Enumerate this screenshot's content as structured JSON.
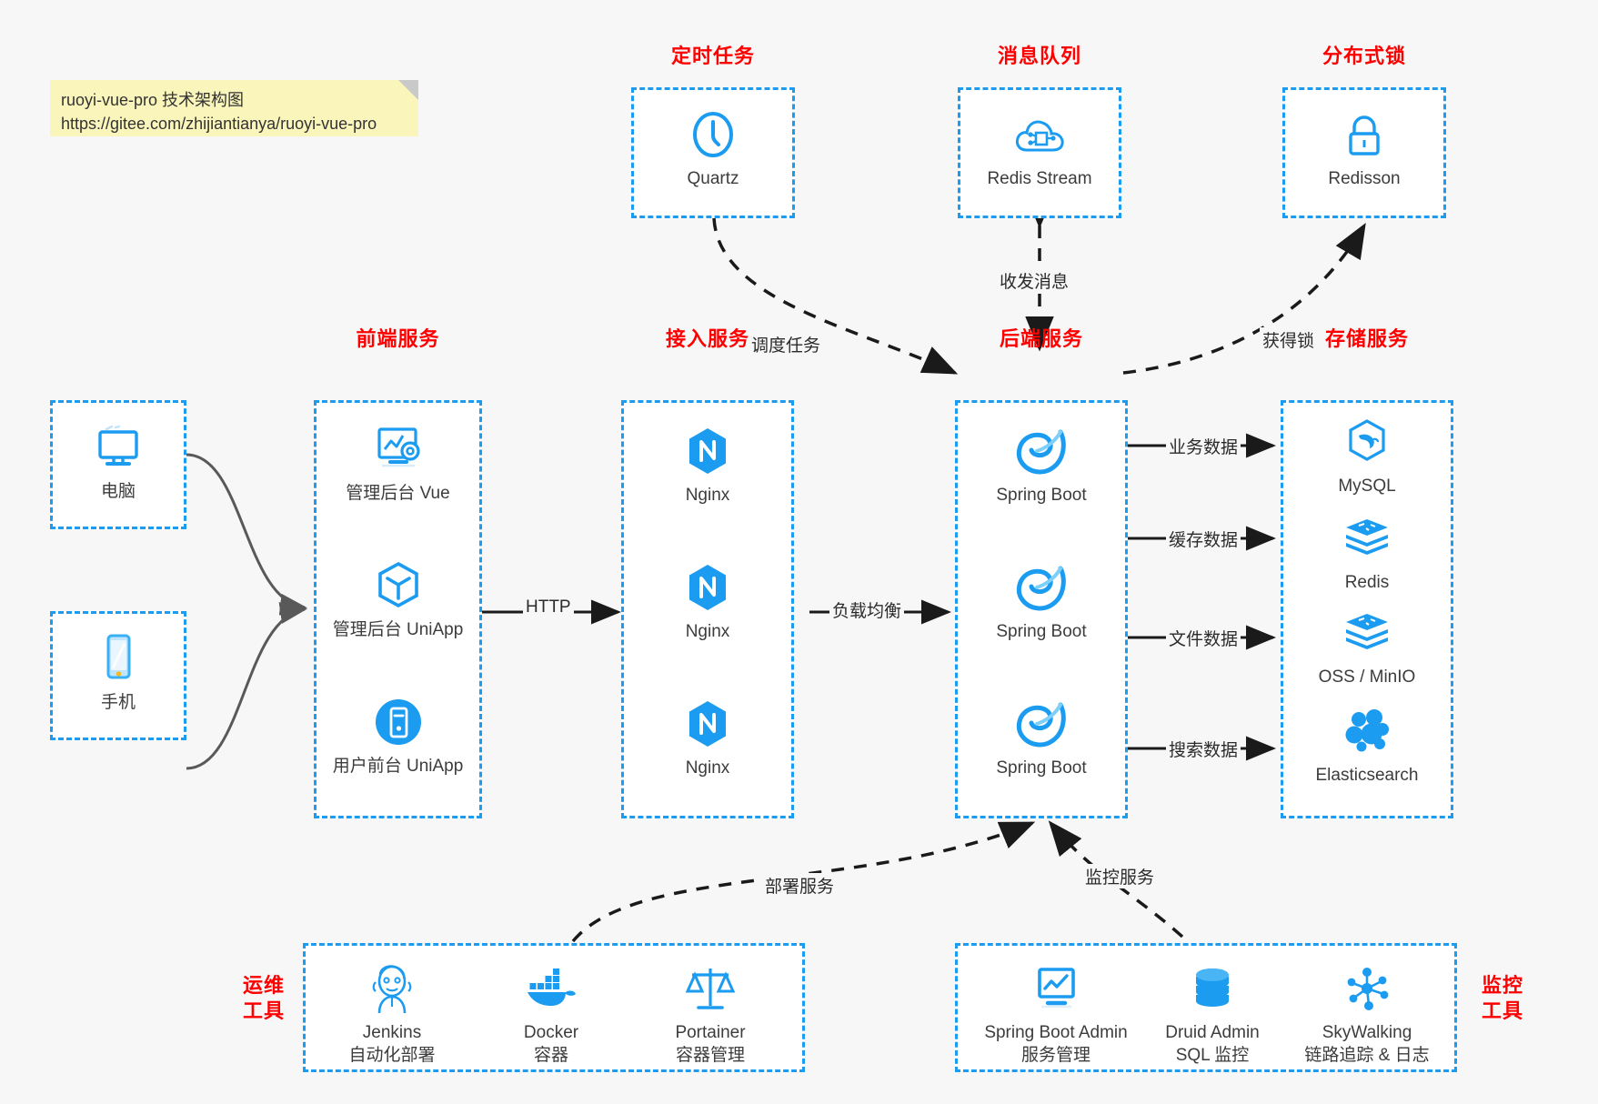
{
  "note": {
    "line1": "ruoyi-vue-pro 技术架构图",
    "line2": "https://gitee.com/zhijiantianya/ruoyi-vue-pro"
  },
  "colors": {
    "accent_blue": "#1b9cf0",
    "title_red": "#ff0000",
    "canvas": "#f7f7f7",
    "box_fill": "#ffffff",
    "note_fill": "#faf5ba",
    "text": "#3c3c3c",
    "connector_gray": "#595959",
    "connector_black": "#1a1a1a"
  },
  "groups": {
    "scheduled_task": {
      "title": "定时任务",
      "nodes": [
        {
          "label": "Quartz",
          "icon": "clock-icon"
        }
      ]
    },
    "message_queue": {
      "title": "消息队列",
      "nodes": [
        {
          "label": "Redis Stream",
          "icon": "cloud-stream-icon"
        }
      ]
    },
    "distributed_lock": {
      "title": "分布式锁",
      "nodes": [
        {
          "label": "Redisson",
          "icon": "lock-icon"
        }
      ]
    },
    "client_pc": {
      "nodes": [
        {
          "label": "电脑",
          "icon": "desktop-monitor-icon"
        }
      ]
    },
    "client_phone": {
      "nodes": [
        {
          "label": "手机",
          "icon": "smartphone-icon"
        }
      ]
    },
    "frontend_service": {
      "title": "前端服务",
      "nodes": [
        {
          "label": "管理后台 Vue",
          "icon": "dashboard-gear-icon"
        },
        {
          "label": "管理后台 UniApp",
          "icon": "cube-icon"
        },
        {
          "label": "用户前台 UniApp",
          "icon": "mobile-circle-icon"
        }
      ]
    },
    "access_service": {
      "title": "接入服务",
      "nodes": [
        {
          "label": "Nginx",
          "icon": "nginx-icon"
        },
        {
          "label": "Nginx",
          "icon": "nginx-icon"
        },
        {
          "label": "Nginx",
          "icon": "nginx-icon"
        }
      ]
    },
    "backend_service": {
      "title": "后端服务",
      "nodes": [
        {
          "label": "Spring Boot",
          "icon": "spring-boot-icon"
        },
        {
          "label": "Spring Boot",
          "icon": "spring-boot-icon"
        },
        {
          "label": "Spring Boot",
          "icon": "spring-boot-icon"
        }
      ]
    },
    "storage_service": {
      "title": "存储服务",
      "nodes": [
        {
          "label": "MySQL",
          "icon": "mysql-dolphin-icon"
        },
        {
          "label": "Redis",
          "icon": "redis-stack-icon"
        },
        {
          "label": "OSS / MinIO",
          "icon": "object-storage-icon"
        },
        {
          "label": "Elasticsearch",
          "icon": "elasticsearch-icon"
        }
      ]
    },
    "ops_tools": {
      "title_line1": "运维",
      "title_line2": "工具",
      "nodes": [
        {
          "label": "Jenkins",
          "sublabel": "自动化部署",
          "icon": "jenkins-butler-icon"
        },
        {
          "label": "Docker",
          "sublabel": "容器",
          "icon": "docker-whale-icon"
        },
        {
          "label": "Portainer",
          "sublabel": "容器管理",
          "icon": "scales-icon"
        }
      ]
    },
    "monitor_tools": {
      "title_line1": "监控",
      "title_line2": "工具",
      "nodes": [
        {
          "label": "Spring Boot Admin",
          "sublabel": "服务管理",
          "icon": "monitor-chart-icon"
        },
        {
          "label": "Druid Admin",
          "sublabel": "SQL 监控",
          "icon": "database-icon"
        },
        {
          "label": "SkyWalking",
          "sublabel": "链路追踪 & 日志",
          "icon": "network-nodes-icon"
        }
      ]
    }
  },
  "edges": [
    {
      "id": "schedule-task",
      "label": "调度任务"
    },
    {
      "id": "send-receive-message",
      "label": "收发消息"
    },
    {
      "id": "acquire-lock",
      "label": "获得锁"
    },
    {
      "id": "http",
      "label": "HTTP"
    },
    {
      "id": "load-balance",
      "label": "负载均衡"
    },
    {
      "id": "business-data",
      "label": "业务数据"
    },
    {
      "id": "cache-data",
      "label": "缓存数据"
    },
    {
      "id": "file-data",
      "label": "文件数据"
    },
    {
      "id": "search-data",
      "label": "搜索数据"
    },
    {
      "id": "deploy-service",
      "label": "部署服务"
    },
    {
      "id": "monitor-service",
      "label": "监控服务"
    }
  ]
}
